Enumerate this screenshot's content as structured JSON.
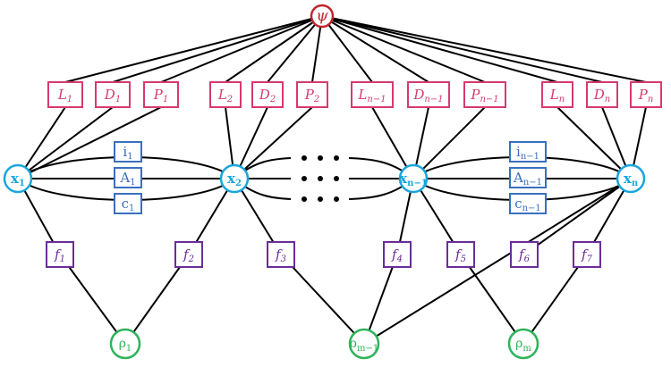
{
  "psi": {
    "label": "ψ"
  },
  "top_labels": [
    {
      "base": "L",
      "sub": "1"
    },
    {
      "base": "D",
      "sub": "1"
    },
    {
      "base": "P",
      "sub": "1"
    },
    {
      "base": "L",
      "sub": "2"
    },
    {
      "base": "D",
      "sub": "2"
    },
    {
      "base": "P",
      "sub": "2"
    },
    {
      "base": "L",
      "sub": "n−1"
    },
    {
      "base": "D",
      "sub": "n−1"
    },
    {
      "base": "P",
      "sub": "n−1"
    },
    {
      "base": "L",
      "sub": "n"
    },
    {
      "base": "D",
      "sub": "n"
    },
    {
      "base": "P",
      "sub": "n"
    }
  ],
  "x_nodes": [
    {
      "base": "x",
      "sub": "1"
    },
    {
      "base": "x",
      "sub": "2"
    },
    {
      "base": "x",
      "sub": "n−1"
    },
    {
      "base": "x",
      "sub": "n"
    }
  ],
  "mid_left": [
    {
      "base": "i",
      "sub": "1"
    },
    {
      "base": "A",
      "sub": "1"
    },
    {
      "base": "c",
      "sub": "1"
    }
  ],
  "mid_right": [
    {
      "base": "i",
      "sub": "n−1"
    },
    {
      "base": "A",
      "sub": "n−1"
    },
    {
      "base": "c",
      "sub": "n−1"
    }
  ],
  "factors": [
    {
      "base": "f",
      "sub": "1"
    },
    {
      "base": "f",
      "sub": "2"
    },
    {
      "base": "f",
      "sub": "3"
    },
    {
      "base": "f",
      "sub": "4"
    },
    {
      "base": "f",
      "sub": "5"
    },
    {
      "base": "f",
      "sub": "6"
    },
    {
      "base": "f",
      "sub": "7"
    }
  ],
  "rho_nodes": [
    {
      "base": "ρ",
      "sub": "1"
    },
    {
      "base": "ρ",
      "sub": "m−1"
    },
    {
      "base": "ρ",
      "sub": "m"
    }
  ]
}
